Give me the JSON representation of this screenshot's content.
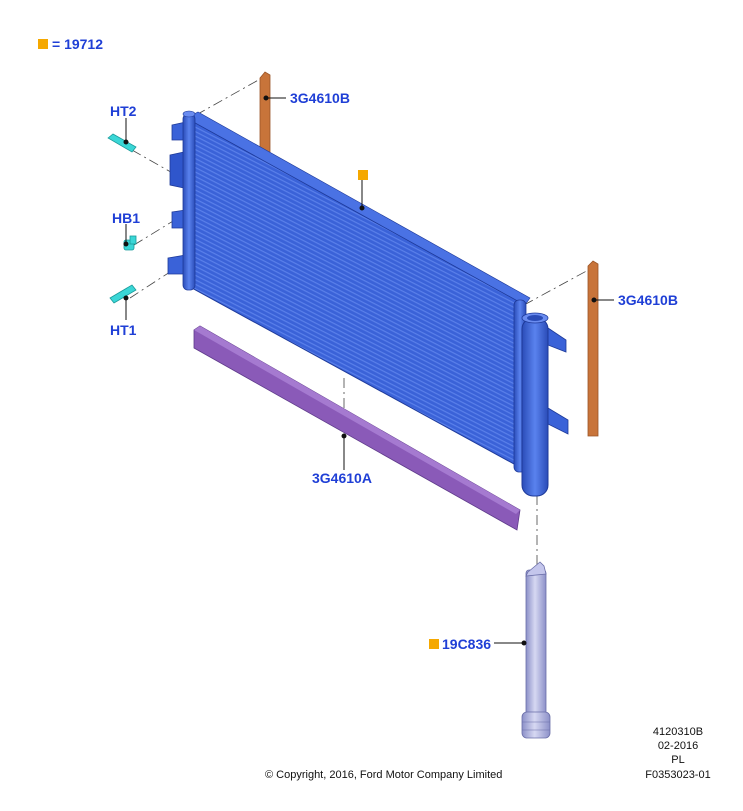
{
  "legend": {
    "symbol_color": "#f5a800",
    "text": "= 19712"
  },
  "callouts": {
    "ht2": "HT2",
    "hb1": "HB1",
    "ht1": "HT1",
    "seal_top": "3G4610B",
    "seal_right": "3G4610B",
    "seal_bottom": "3G4610A",
    "dryer": "19C836"
  },
  "colors": {
    "condenser": "#3a62d8",
    "condenser_dark": "#2a4cb8",
    "seal_b": "#c8743a",
    "seal_a": "#8a5ab8",
    "fastener": "#3ad6d6",
    "dryer": "#a9acd8",
    "label": "#1f3fd6",
    "marker": "#f5a800"
  },
  "footer": {
    "copyright": "© Copyright, 2016, Ford Motor Company Limited",
    "code1": "4120310B",
    "date": "02-2016",
    "lang": "PL",
    "figure": "F0353023-01"
  }
}
